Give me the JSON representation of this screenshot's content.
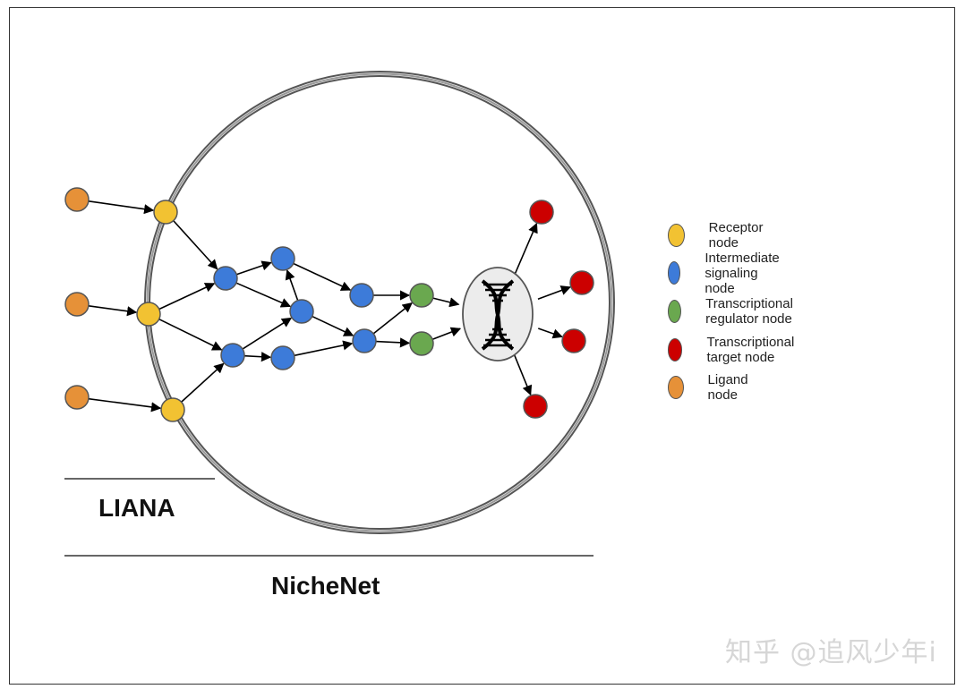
{
  "labels": {
    "liana": "LIANA",
    "nichenet": "NicheNet"
  },
  "legend": [
    {
      "label": "Receptor node",
      "color": "#f2c232",
      "key": "receptor"
    },
    {
      "label": "Intermediate signaling node",
      "color": "#3d7bd9",
      "key": "signaling"
    },
    {
      "label": "Transcriptional regulator node",
      "color": "#6aa84f",
      "key": "regulator"
    },
    {
      "label": "Transcriptional target node",
      "color": "#cc0000",
      "key": "target"
    },
    {
      "label": "Ligand node",
      "color": "#e69138",
      "key": "ligand"
    }
  ],
  "watermark": "知乎 @追风少年i",
  "icons": {
    "dna": "dna-icon"
  }
}
